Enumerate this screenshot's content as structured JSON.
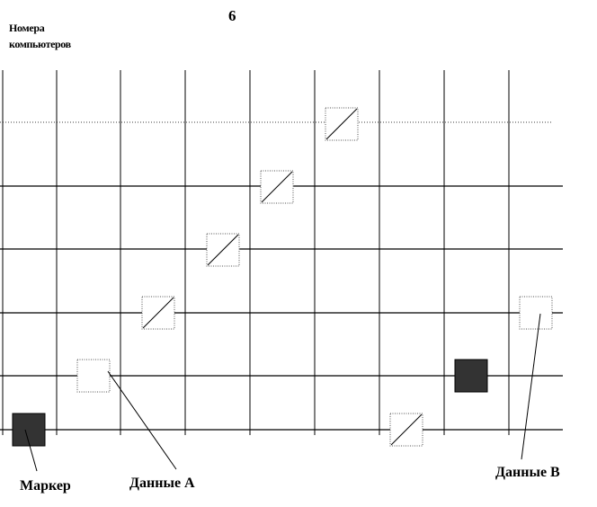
{
  "figure_label": "6",
  "y_axis_label": [
    "Номера",
    "компьютеров"
  ],
  "legend": {
    "marker": "Маркер",
    "data_a": "Данные А",
    "data_b": "Данные В"
  },
  "colors": {
    "line": "#000000",
    "marker_fill": "#333333",
    "box_border": "#555555",
    "background": "#ffffff"
  },
  "grid": {
    "columns": 9,
    "rows": 6
  },
  "items": [
    {
      "kind": "marker",
      "col": 0,
      "row": 0
    },
    {
      "kind": "data-a",
      "col": 1,
      "row": 1
    },
    {
      "kind": "data-a-hatched",
      "col": 2,
      "row": 2
    },
    {
      "kind": "data-a-hatched",
      "col": 3,
      "row": 3
    },
    {
      "kind": "data-a-hatched",
      "col": 4,
      "row": 4
    },
    {
      "kind": "data-a-hatched",
      "col": 5,
      "row": 5
    },
    {
      "kind": "data-b-hatched",
      "col": 6,
      "row": 0
    },
    {
      "kind": "marker",
      "col": 7,
      "row": 1
    },
    {
      "kind": "data-b",
      "col": 8,
      "row": 2
    }
  ]
}
